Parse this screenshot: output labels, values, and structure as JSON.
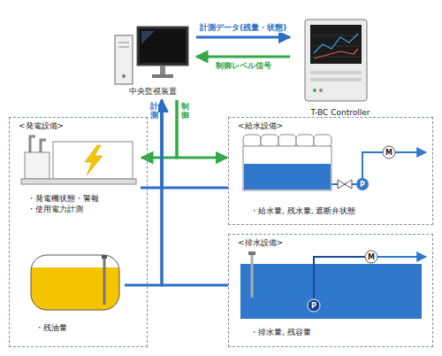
{
  "diagram": {
    "nodes": [
      {
        "text": [
          "中央監視装置"
        ]
      },
      {
        "text": [
          "T-BC Controller"
        ]
      },
      {
        "text": [
          "<発電設備>"
        ]
      },
      {
        "text": [
          "・発電機状態・警報",
          "・使用電力計測"
        ],
        "in": 2
      },
      {
        "text": [
          "・残油量"
        ],
        "in": 2
      },
      {
        "text": [
          "<給水設備>",
          "・給水量, 残水量, 遮断弁状態"
        ]
      },
      {
        "text": [
          "<排水設備>",
          "・排水量, 残容量"
        ]
      }
    ],
    "edges": [
      {
        "from": 0,
        "to": 1,
        "arrow": "to",
        "label": "計測データ(残量・状態)"
      },
      {
        "from": 1,
        "to": 0,
        "arrow": "to",
        "label": "制御レベル信号"
      },
      {
        "from": 3,
        "to": 0,
        "arrow": "to"
      },
      {
        "from": 0,
        "to": 3,
        "arrow": "to"
      },
      {
        "from": 0,
        "to": 5,
        "arrow": "to"
      },
      {
        "from": 5,
        "to": 0,
        "arrow": "to"
      },
      {
        "from": 4,
        "to": 0,
        "arrow": "to"
      },
      {
        "from": 6,
        "to": 0,
        "arrow": "to"
      }
    ],
    "labels": [
      "計測",
      "制御",
      "P",
      "M",
      "P",
      "M"
    ]
  }
}
